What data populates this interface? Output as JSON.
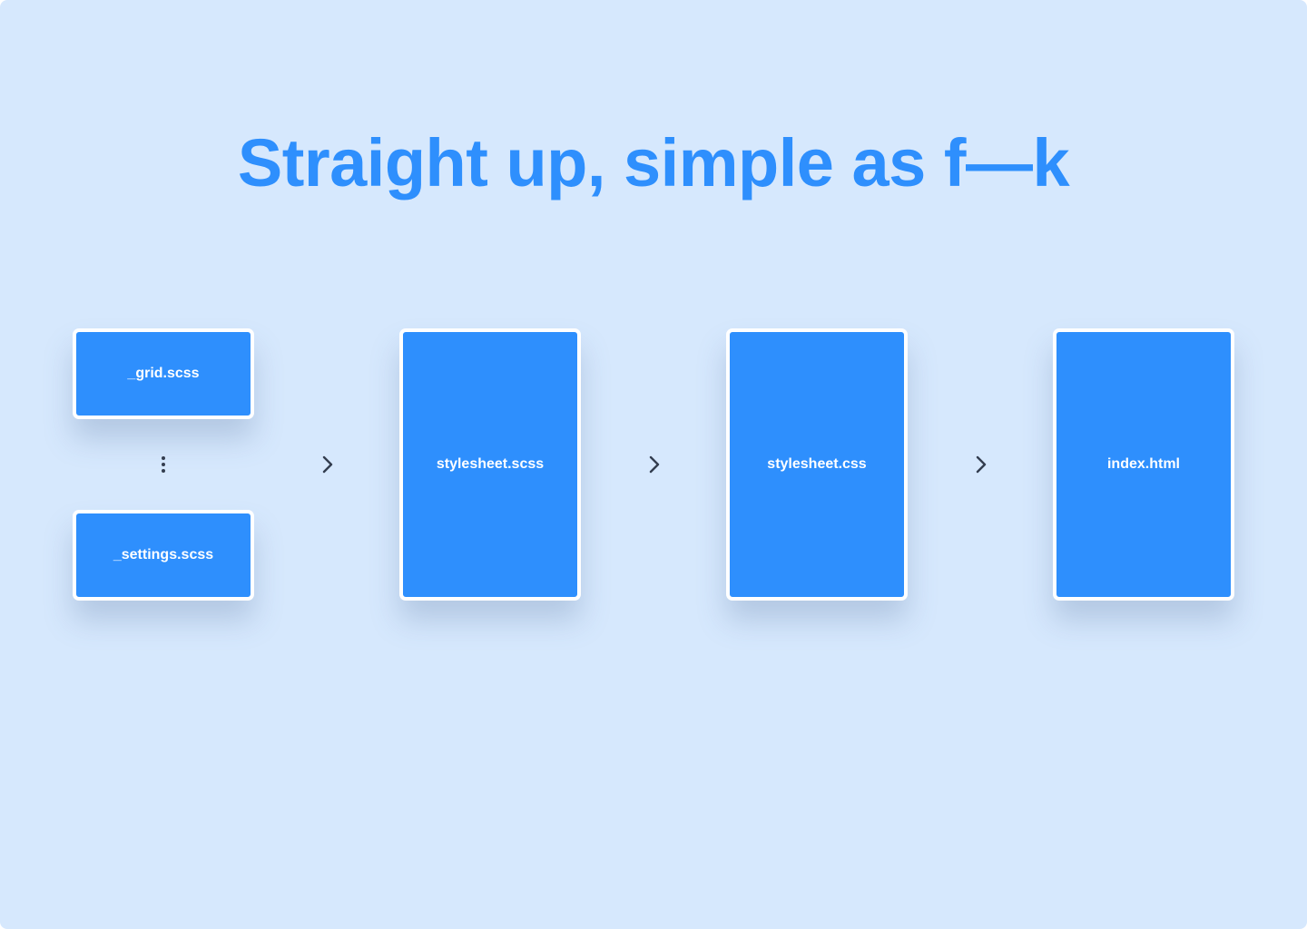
{
  "title": "Straight up, simple as f—k",
  "colors": {
    "background": "#d6e8fd",
    "accent": "#2e8ffd",
    "card_border": "#ffffff",
    "connector": "#333d4f"
  },
  "diagram": {
    "partials": [
      {
        "label": "_grid.scss"
      },
      {
        "label": "_settings.scss"
      }
    ],
    "partials_separator_icon": "vertical-ellipsis-icon",
    "pipeline": [
      {
        "label": "stylesheet.scss"
      },
      {
        "label": "stylesheet.css"
      },
      {
        "label": "index.html"
      }
    ],
    "connector_icon": "chevron-right-icon"
  }
}
